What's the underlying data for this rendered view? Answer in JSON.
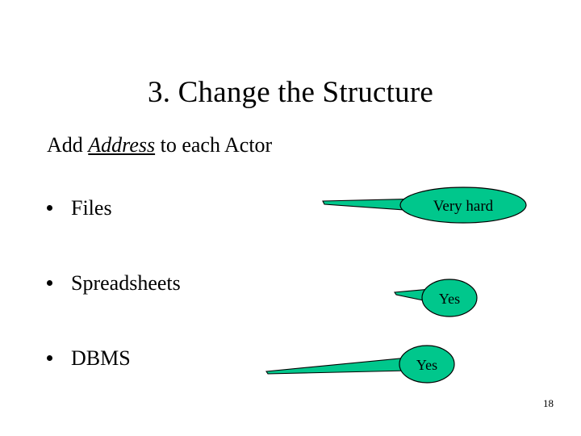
{
  "slide": {
    "title": "3. Change the Structure",
    "subtitle": {
      "before": "Add ",
      "emphasis": "Address",
      "after": " to each Actor"
    },
    "page_number": "18",
    "background_color": "#ffffff",
    "text_color": "#000000",
    "callout_fill": "#00c78c",
    "callout_stroke": "#000000"
  },
  "bullets": [
    {
      "label": "Files"
    },
    {
      "label": "Spreadsheets"
    },
    {
      "label": "DBMS"
    }
  ],
  "callouts": [
    {
      "label": "Very hard",
      "target_bullet": "Files"
    },
    {
      "label": "Yes",
      "target_bullet": "Spreadsheets"
    },
    {
      "label": "Yes",
      "target_bullet": "DBMS"
    }
  ]
}
